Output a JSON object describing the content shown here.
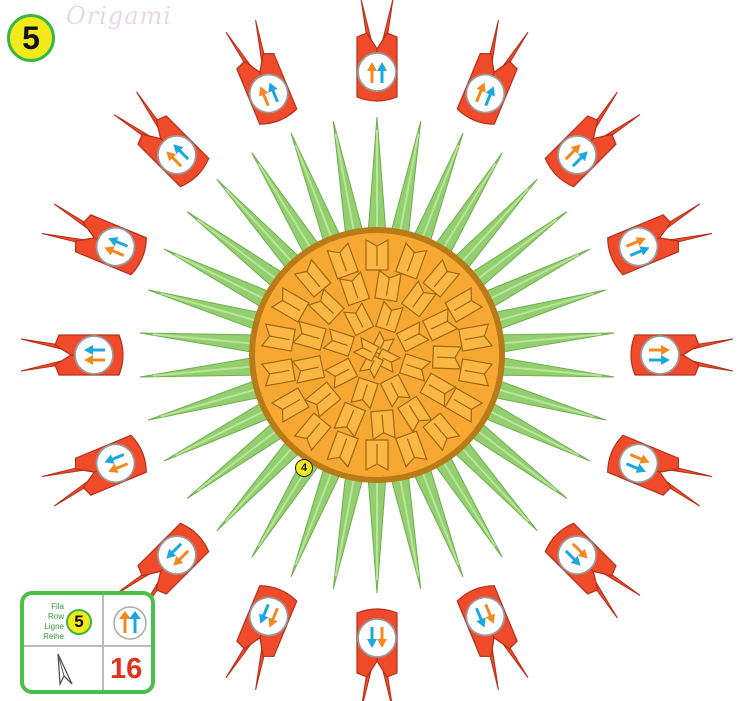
{
  "header": {
    "step_number": "5",
    "brand_watermark": "Origami"
  },
  "diagram": {
    "previous_row_badge": "4",
    "pieces_in_row": 16,
    "piece_color": "#ef4a2a",
    "petal_color": "#93cf6f",
    "center_color": "#f6a833",
    "arrow_colors": [
      "#1da7e1",
      "#f18a21"
    ]
  },
  "legend": {
    "row_words": [
      "Fila",
      "Row",
      "Ligne",
      "Reihe"
    ],
    "row_number": "5",
    "count": "16",
    "border_color": "#49c04a"
  }
}
